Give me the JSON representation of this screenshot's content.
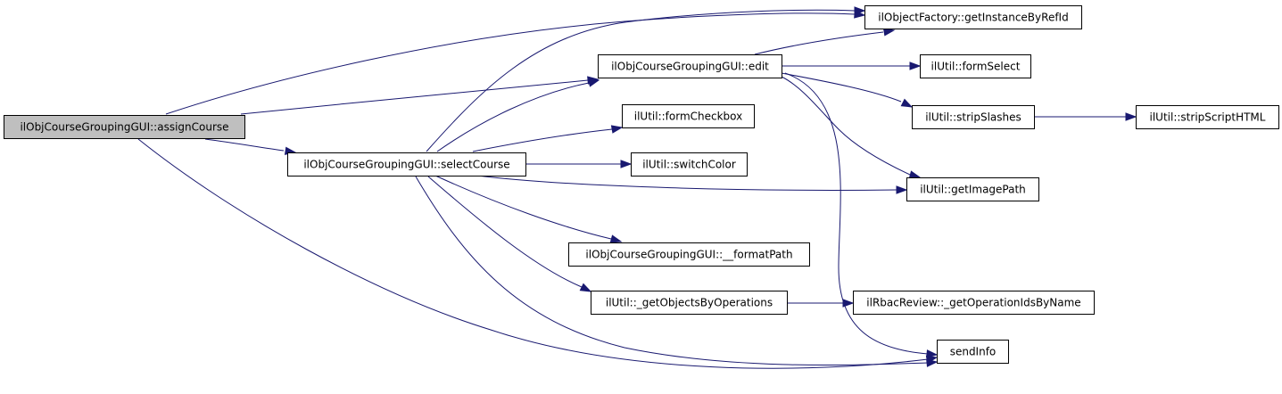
{
  "graph": {
    "colors": {
      "edge": "#191970",
      "root_fill": "#bfbfbf",
      "node_fill": "#ffffff",
      "node_border": "#000000"
    },
    "nodes": [
      {
        "id": "assignCourse",
        "label": "ilObjCourseGroupingGUI::assignCourse",
        "highlighted": true
      },
      {
        "id": "getInstanceByRefId",
        "label": "ilObjectFactory::getInstanceByRefId"
      },
      {
        "id": "edit",
        "label": "ilObjCourseGroupingGUI::edit"
      },
      {
        "id": "formSelect",
        "label": "ilUtil::formSelect"
      },
      {
        "id": "stripSlashes",
        "label": "ilUtil::stripSlashes"
      },
      {
        "id": "stripScriptHTML",
        "label": "ilUtil::stripScriptHTML"
      },
      {
        "id": "formCheckbox",
        "label": "ilUtil::formCheckbox"
      },
      {
        "id": "selectCourse",
        "label": "ilObjCourseGroupingGUI::selectCourse"
      },
      {
        "id": "switchColor",
        "label": "ilUtil::switchColor"
      },
      {
        "id": "getImagePath",
        "label": "ilUtil::getImagePath"
      },
      {
        "id": "formatPath",
        "label": "ilObjCourseGroupingGUI::__formatPath"
      },
      {
        "id": "getObjectsByOperations",
        "label": "ilUtil::_getObjectsByOperations"
      },
      {
        "id": "getOperationIdsByName",
        "label": "ilRbacReview::_getOperationIdsByName"
      },
      {
        "id": "sendInfo",
        "label": "sendInfo"
      }
    ],
    "edges": [
      {
        "from": "assignCourse",
        "to": "getInstanceByRefId"
      },
      {
        "from": "assignCourse",
        "to": "edit"
      },
      {
        "from": "assignCourse",
        "to": "selectCourse"
      },
      {
        "from": "assignCourse",
        "to": "sendInfo"
      },
      {
        "from": "edit",
        "to": "getInstanceByRefId"
      },
      {
        "from": "edit",
        "to": "formSelect"
      },
      {
        "from": "edit",
        "to": "stripSlashes"
      },
      {
        "from": "edit",
        "to": "getImagePath"
      },
      {
        "from": "edit",
        "to": "sendInfo"
      },
      {
        "from": "stripSlashes",
        "to": "stripScriptHTML"
      },
      {
        "from": "selectCourse",
        "to": "getInstanceByRefId"
      },
      {
        "from": "selectCourse",
        "to": "edit"
      },
      {
        "from": "selectCourse",
        "to": "formCheckbox"
      },
      {
        "from": "selectCourse",
        "to": "switchColor"
      },
      {
        "from": "selectCourse",
        "to": "getImagePath"
      },
      {
        "from": "selectCourse",
        "to": "formatPath"
      },
      {
        "from": "selectCourse",
        "to": "getObjectsByOperations"
      },
      {
        "from": "selectCourse",
        "to": "sendInfo"
      },
      {
        "from": "getObjectsByOperations",
        "to": "getOperationIdsByName"
      }
    ]
  }
}
